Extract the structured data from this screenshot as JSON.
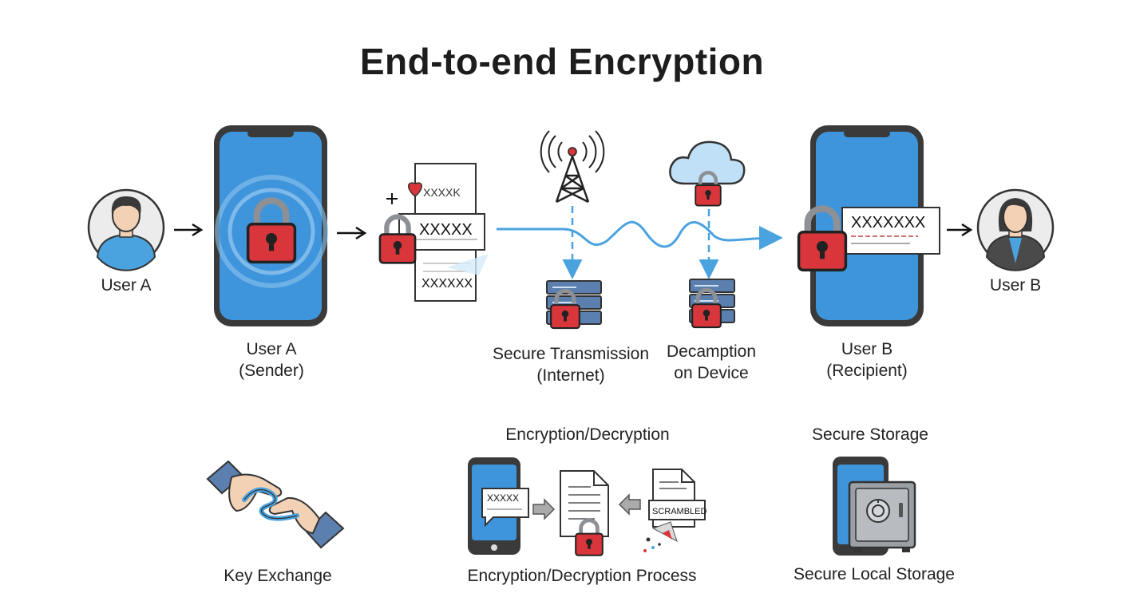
{
  "title": "End-to-end Encryption",
  "labels": {
    "user_a": "User A",
    "sender_line1": "User A",
    "sender_line2": "(Sender)",
    "transmission_line1": "Secure Transmission",
    "transmission_line2": "(Internet)",
    "decryption_line1": "Decamption",
    "decryption_line2": "on Device",
    "recipient_line1": "User B",
    "recipient_line2": "(Recipient)",
    "user_b": "User B",
    "enc_dec_heading": "Encryption/Decryption",
    "secure_storage_heading": "Secure Storage",
    "key_exchange": "Key Exchange",
    "enc_dec_process": "Encryption/Decryption Process",
    "secure_local_storage": "Secure Local Storage"
  },
  "document_texts": {
    "doc_top": "XXXXK",
    "doc_mid": "XXXXX",
    "doc_bottom": "XXXXXX",
    "recipient_message": "XXXXXXX",
    "process_bubble": "XXXXX",
    "scrambled": "SCRAMBLED"
  },
  "colors": {
    "screen_blue": "#3f95dc",
    "lock_red": "#d9363b",
    "flow_line": "#4aa3df",
    "phone_frame": "#3a3a3a",
    "server_blue": "#5b7fae"
  }
}
